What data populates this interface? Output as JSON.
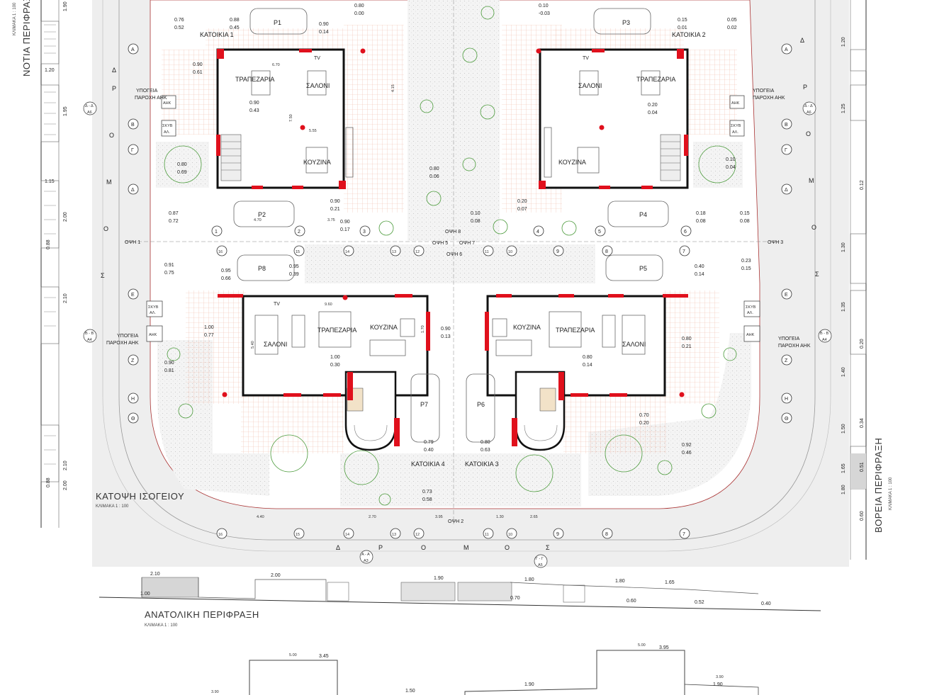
{
  "plan": {
    "title": "ΚΑΤΟΨΗ ΙΣΟΓΕΙΟΥ",
    "scale": "ΚΛΙΜΑΚΑ 1 : 100",
    "houses": [
      "ΚΑΤΟΙΚΙΑ 1",
      "ΚΑΤΟΙΚΙΑ 2",
      "ΚΑΤΟΙΚΙΑ 3",
      "ΚΑΤΟΙΚΙΑ 4"
    ],
    "rooms": {
      "living": "ΣΑΛΟΝΙ",
      "dining": "ΤΡΑΠΕΖΑΡΙΑ",
      "kitchen": "ΚΟΥΖΙΝΑ",
      "tv": "TV"
    },
    "parking": [
      "P1",
      "P2",
      "P3",
      "P4",
      "P5",
      "P6",
      "P7",
      "P8"
    ],
    "utility": {
      "underground": "ΥΠΟΓΕΙΑ",
      "supply": "ΠΑΡΟΧΗ ΑΗΚ",
      "ahk": "ΑΗΚ",
      "bins": "ΣΚΥΒ",
      "al": "ΑΛ."
    },
    "street_left": [
      "Δ",
      "Ρ",
      "Ο",
      "Μ",
      "Ο",
      "Σ"
    ],
    "street_bottom": [
      "Δ",
      "Ρ",
      "Ο",
      "Μ",
      "Ο",
      "Σ"
    ],
    "street_right": [
      "Δ",
      "Ρ",
      "Ο",
      "Μ",
      "Ο",
      "Σ"
    ],
    "grid_letters": [
      "Α",
      "Β",
      "Γ",
      "Δ",
      "Ε",
      "Ζ",
      "Η",
      "Θ"
    ],
    "grid_numbers_top": [
      "1",
      "2",
      "3",
      "4",
      "5",
      "6"
    ],
    "grid_numbers_mid": [
      "16",
      "15",
      "14",
      "13",
      "12",
      "11",
      "10",
      "9",
      "8",
      "7"
    ],
    "grid_numbers_bottom": [
      "16",
      "15",
      "14",
      "13",
      "12",
      "11",
      "10",
      "9",
      "8",
      "7"
    ],
    "views": [
      "ΟΨΗ 1",
      "ΟΨΗ 2",
      "ΟΨΗ 3",
      "ΟΨΗ 5",
      "ΟΨΗ 6",
      "ΟΨΗ 7",
      "ΟΨΗ 8"
    ],
    "sections": [
      "Δ - Δ",
      "Α6",
      "Β - Β",
      "Α4",
      "Α - Α",
      "Α3",
      "Γ - Γ",
      "Α5"
    ],
    "levels_top": [
      "0.80",
      "0.00",
      "0.10",
      "-0.03",
      "0.76",
      "0.52",
      "0.88",
      "0.45",
      "0.90",
      "0.14",
      "0.15",
      "0.01",
      "0.05",
      "0.02"
    ],
    "levels_mid": [
      "0.90",
      "0.61",
      "0.90",
      "0.43",
      "0.80",
      "0.69",
      "0.80",
      "0.06",
      "0.20",
      "0.04",
      "0.10",
      "0.04",
      "0.90",
      "0.21",
      "0.20",
      "0.07"
    ],
    "levels_low": [
      "0.87",
      "0.72",
      "0.90",
      "0.17",
      "0.10",
      "0.08",
      "0.18",
      "0.08",
      "0.15",
      "0.08",
      "0.91",
      "0.75",
      "0.95",
      "0.66",
      "0.95",
      "0.39",
      "0.40",
      "0.14",
      "0.23",
      "0.15"
    ],
    "levels_bottom": [
      "1.00",
      "0.77",
      "0.90",
      "0.81",
      "1.00",
      "0.30",
      "0.90",
      "0.13",
      "0.80",
      "0.14",
      "0.80",
      "0.21",
      "0.70",
      "0.20",
      "0.92",
      "0.46",
      "0.79",
      "0.40",
      "0.80",
      "0.63",
      "0.73",
      "0.58"
    ],
    "dims": [
      "6.70",
      "5.55",
      "7.50",
      "3.75",
      "4.70",
      "9.60",
      "5.40",
      "2.70",
      "1.30",
      "2.65",
      "1.70",
      "3.95",
      "4.40",
      "4.15"
    ]
  },
  "east": {
    "title": "ΑΝΑΤΟΛΙΚΗ ΠΕΡΙΦΡΑΞΗ",
    "scale": "ΚΛΙΜΑΚΑ 1 : 100",
    "levels": [
      "2.10",
      "1.00",
      "2.00",
      "1.90",
      "1.80",
      "1.80",
      "1.65",
      "0.70",
      "0.60",
      "0.52",
      "0.40"
    ]
  },
  "south": {
    "title": "ΝΟΤΙΑ ΠΕΡΙΦΡΑΞΗ",
    "scale": "ΚΛΙΜΑΚΑ 1 : 100",
    "levels": [
      "1.90",
      "1.20",
      "1.95",
      "1.15",
      "2.00",
      "0.88",
      "2.10",
      "2.10",
      "0.88",
      "2.00"
    ]
  },
  "north": {
    "title": "ΒΟΡΕΙΑ ΠΕΡΙΦΡΑΞΗ",
    "scale": "ΚΛΙΜΑΚΑ 1 : 100",
    "levels": [
      "1.20",
      "1.25",
      "0.12",
      "1.30",
      "1.35",
      "0.20",
      "1.40",
      "0.34",
      "1.50",
      "1.65",
      "0.51",
      "1.80",
      "0.60"
    ]
  },
  "bottom_partial": {
    "levels": [
      "3.45",
      "5.00",
      "3.90",
      "1.50",
      "1.90",
      "5.00",
      "3.95",
      "3.90",
      "1.90"
    ]
  }
}
